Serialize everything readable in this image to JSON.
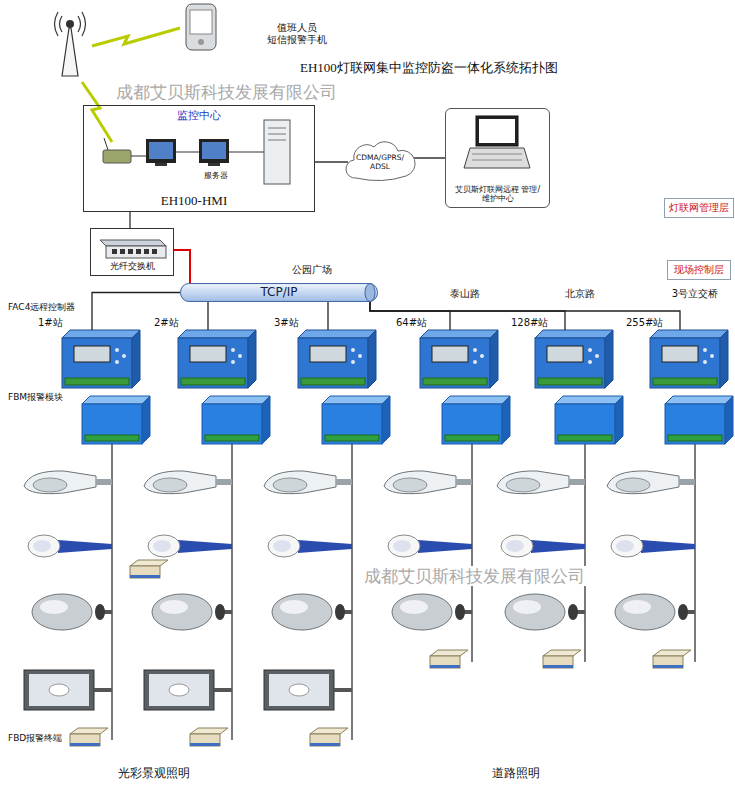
{
  "diagram": {
    "title": "EH100灯联网集中监控防盗一体化系统拓扑图",
    "nodes": [
      {
        "text": [
          "值班人员 短信报警手机"
        ]
      },
      {
        "text": [
          "监控中心"
        ]
      },
      {
        "text": [
          "EH100-HMI"
        ],
        "in": 1
      },
      {
        "text": [
          "服务器"
        ],
        "in": 1
      },
      {
        "text": [
          "CDMA/GPRS/ ADSL"
        ]
      },
      {
        "text": [
          "艾贝斯灯联网远程 管理/维护中心"
        ]
      },
      {
        "text": [
          "灯联网管理层"
        ]
      },
      {
        "text": [
          "现场控制层"
        ]
      },
      {
        "text": [
          "光纤交换机"
        ]
      },
      {
        "text": [
          "TCP/IP"
        ]
      },
      {
        "text": [
          "1#站"
        ]
      },
      {
        "text": [
          "2#站"
        ]
      },
      {
        "text": [
          "3#站"
        ]
      },
      {
        "text": [
          "泰山路",
          "64#站"
        ]
      },
      {
        "text": [
          "北京路",
          "128#站"
        ]
      },
      {
        "text": [
          "3号立交桥",
          "255#站"
        ]
      }
    ],
    "edges": [
      {
        "from": 1,
        "to": 4,
        "arrow": "none"
      },
      {
        "from": 4,
        "to": 5,
        "arrow": "none"
      },
      {
        "from": 1,
        "to": 8,
        "arrow": "none"
      },
      {
        "from": 8,
        "to": 9,
        "arrow": "none"
      },
      {
        "from": 9,
        "to": 10,
        "arrow": "none"
      },
      {
        "from": 9,
        "to": 11,
        "arrow": "none"
      },
      {
        "from": 9,
        "to": 12,
        "arrow": "none"
      },
      {
        "from": 9,
        "to": 13,
        "arrow": "none"
      },
      {
        "from": 9,
        "to": 14,
        "arrow": "none"
      },
      {
        "from": 9,
        "to": 15,
        "arrow": "none"
      }
    ],
    "labels": [
      "公园广场",
      "FAC4远程控制器",
      "FBM报警模块",
      "FBD报警终端",
      "光彩景观照明",
      "道路照明",
      "成都艾贝斯科技发展有限公司",
      "成都艾贝斯科技发展有限公司"
    ]
  }
}
